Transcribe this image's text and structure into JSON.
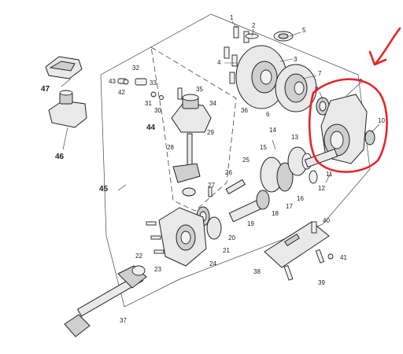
{
  "callouts": [
    "1",
    "2",
    "3",
    "4",
    "5",
    "6",
    "7",
    "8",
    "9",
    "10",
    "11",
    "12",
    "13",
    "14",
    "15",
    "16",
    "17",
    "18",
    "19",
    "20",
    "21",
    "22",
    "23",
    "24",
    "25",
    "26",
    "27",
    "28",
    "29",
    "30",
    "31",
    "32",
    "33",
    "34",
    "35",
    "36",
    "37",
    "38",
    "39",
    "40",
    "41",
    "42",
    "43",
    "44",
    "45",
    "46",
    "47"
  ],
  "colors": {
    "line": "#222222",
    "annotation": "#e8242b",
    "fill": "#e9e9e9"
  },
  "annotation": {
    "shape": "circle",
    "marker": "arrow"
  }
}
